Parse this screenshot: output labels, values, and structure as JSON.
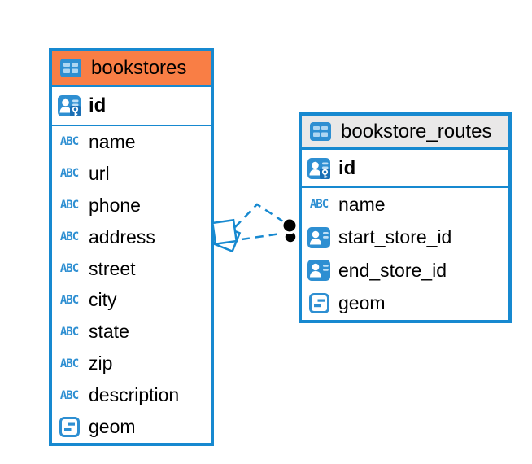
{
  "icons": {
    "abc_label": "ABC"
  },
  "colors": {
    "border_blue": "#1789d0",
    "icon_blue": "#2e8fd2",
    "icon_cell_light_blue": "#aed6f2",
    "bookstores_header_orange": "#f97e45",
    "routes_header_gray": "#e9e8e8",
    "relationship_dot_black": "#000000",
    "text": "#000000",
    "background": "#ffffff"
  },
  "tables": {
    "bookstores": {
      "title": "bookstores",
      "pk": {
        "name": "id",
        "icon": "user-key-icon"
      },
      "columns": [
        {
          "name": "name",
          "icon": "abc-text-icon"
        },
        {
          "name": "url",
          "icon": "abc-text-icon"
        },
        {
          "name": "phone",
          "icon": "abc-text-icon"
        },
        {
          "name": "address",
          "icon": "abc-text-icon"
        },
        {
          "name": "street",
          "icon": "abc-text-icon"
        },
        {
          "name": "city",
          "icon": "abc-text-icon"
        },
        {
          "name": "state",
          "icon": "abc-text-icon"
        },
        {
          "name": "zip",
          "icon": "abc-text-icon"
        },
        {
          "name": "description",
          "icon": "abc-text-icon"
        },
        {
          "name": "geom",
          "icon": "geometry-icon"
        }
      ]
    },
    "bookstore_routes": {
      "title": "bookstore_routes",
      "pk": {
        "name": "id",
        "icon": "user-key-icon"
      },
      "columns": [
        {
          "name": "name",
          "icon": "abc-text-icon"
        },
        {
          "name": "start_store_id",
          "icon": "user-reference-icon"
        },
        {
          "name": "end_store_id",
          "icon": "user-reference-icon"
        },
        {
          "name": "geom",
          "icon": "geometry-icon"
        }
      ]
    }
  },
  "relationship": {
    "from_table": "bookstores",
    "to_table": "bookstore_routes",
    "line_style": "dashed",
    "from_marker": "stacked-squares",
    "to_marker": "double-black-dots"
  }
}
